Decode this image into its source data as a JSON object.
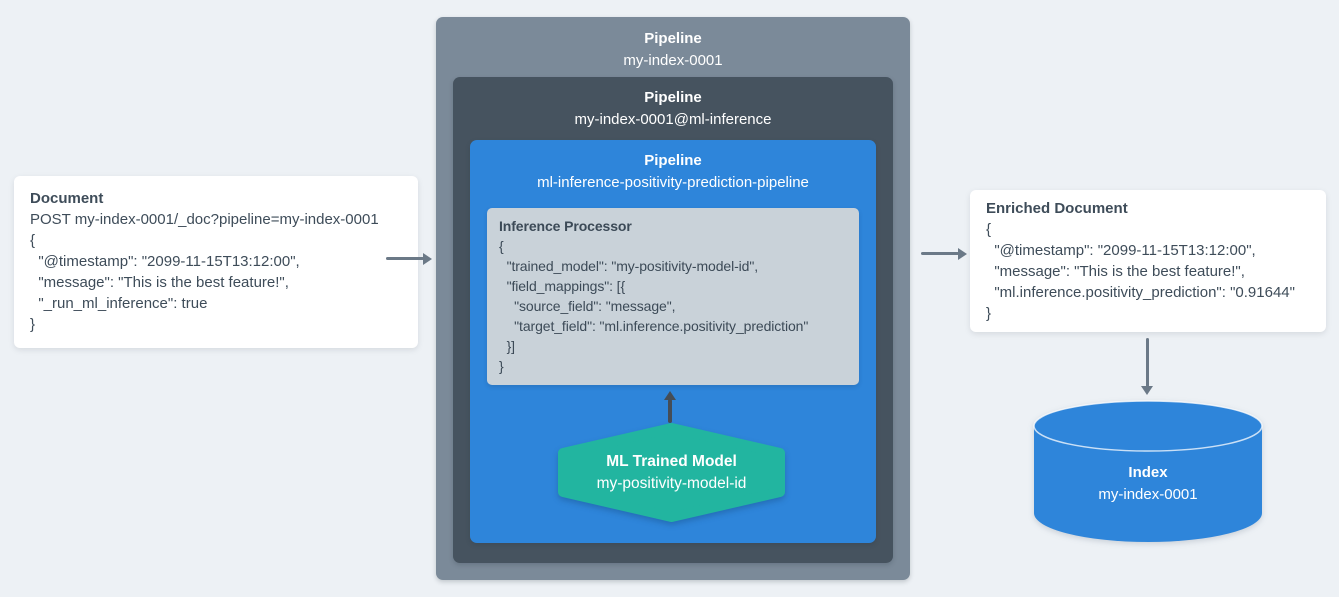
{
  "colors": {
    "background": "#edf1f5",
    "card_background": "#ffffff",
    "text_dark": "#3e4c59",
    "pipeline_outer": "#7b8a99",
    "pipeline_inner": "#46535f",
    "pipeline_blue": "#2e85da",
    "processor_gray": "#c9d2d9",
    "model_green": "#22b5a0",
    "index_blue": "#2e85da",
    "arrow_gray": "#6b7987",
    "arrow_dark": "#454d56",
    "text_white": "#ffffff"
  },
  "document_card": {
    "title": "Document",
    "lines": [
      "POST my-index-0001/_doc?pipeline=my-index-0001",
      "{",
      "  \"@timestamp\": \"2099-11-15T13:12:00\",",
      "  \"message\": \"This is the best feature!\",",
      "  \"_run_ml_inference\": true",
      "}"
    ]
  },
  "pipeline_outer": {
    "title": "Pipeline",
    "subtitle": "my-index-0001"
  },
  "pipeline_inner": {
    "title": "Pipeline",
    "subtitle": "my-index-0001@ml-inference"
  },
  "pipeline_ml": {
    "title": "Pipeline",
    "subtitle": "ml-inference-positivity-prediction-pipeline"
  },
  "inference_processor": {
    "title": "Inference Processor",
    "lines": [
      "{",
      "  \"trained_model\": \"my-positivity-model-id\",",
      "  \"field_mappings\": [{",
      "    \"source_field\": \"message\",",
      "    \"target_field\": \"ml.inference.positivity_prediction\"",
      "  }]",
      "}"
    ]
  },
  "ml_model": {
    "title": "ML Trained Model",
    "subtitle": "my-positivity-model-id"
  },
  "enriched_card": {
    "title": "Enriched Document",
    "lines": [
      "{",
      "  \"@timestamp\": \"2099-11-15T13:12:00\",",
      "  \"message\": \"This is the best feature!\",",
      "  \"ml.inference.positivity_prediction\": \"0.91644\"",
      "}"
    ]
  },
  "index_cylinder": {
    "title": "Index",
    "subtitle": "my-index-0001"
  }
}
